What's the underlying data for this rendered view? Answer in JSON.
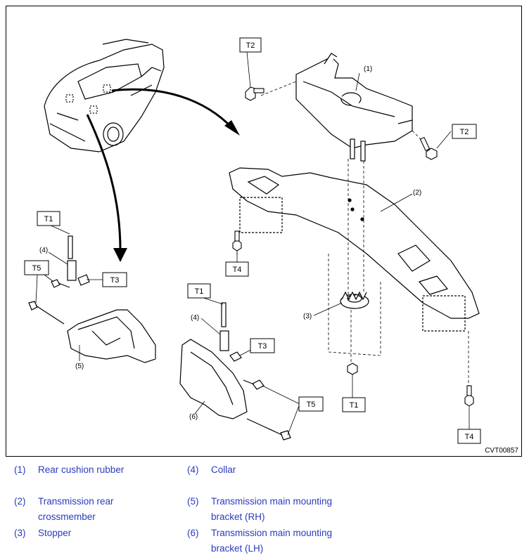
{
  "figure": {
    "id_code": "CVT00857",
    "callouts": {
      "part_1": "(1)",
      "part_2": "(2)",
      "part_3": "(3)",
      "part_4_left": "(4)",
      "part_4_mid": "(4)",
      "part_5": "(5)",
      "part_6": "(6)"
    },
    "torque_labels": {
      "t2_top": "T2",
      "t2_right": "T2",
      "t1_left": "T1",
      "t5_left": "T5",
      "t3_left": "T3",
      "t4_left": "T4",
      "t1_mid": "T1",
      "t3_mid": "T3",
      "t1_bottom": "T1",
      "t5_mid": "T5",
      "t4_right": "T4"
    }
  },
  "legend": [
    {
      "num": "(1)",
      "text": "Rear cushion rubber"
    },
    {
      "num": "(4)",
      "text": "Collar"
    },
    {
      "num": "(2)",
      "text": "Transmission rear crossmember"
    },
    {
      "num": "(5)",
      "text": "Transmission main mounting bracket (RH)"
    },
    {
      "num": "(3)",
      "text": "Stopper"
    },
    {
      "num": "(6)",
      "text": "Transmission main mounting bracket (LH)"
    }
  ]
}
